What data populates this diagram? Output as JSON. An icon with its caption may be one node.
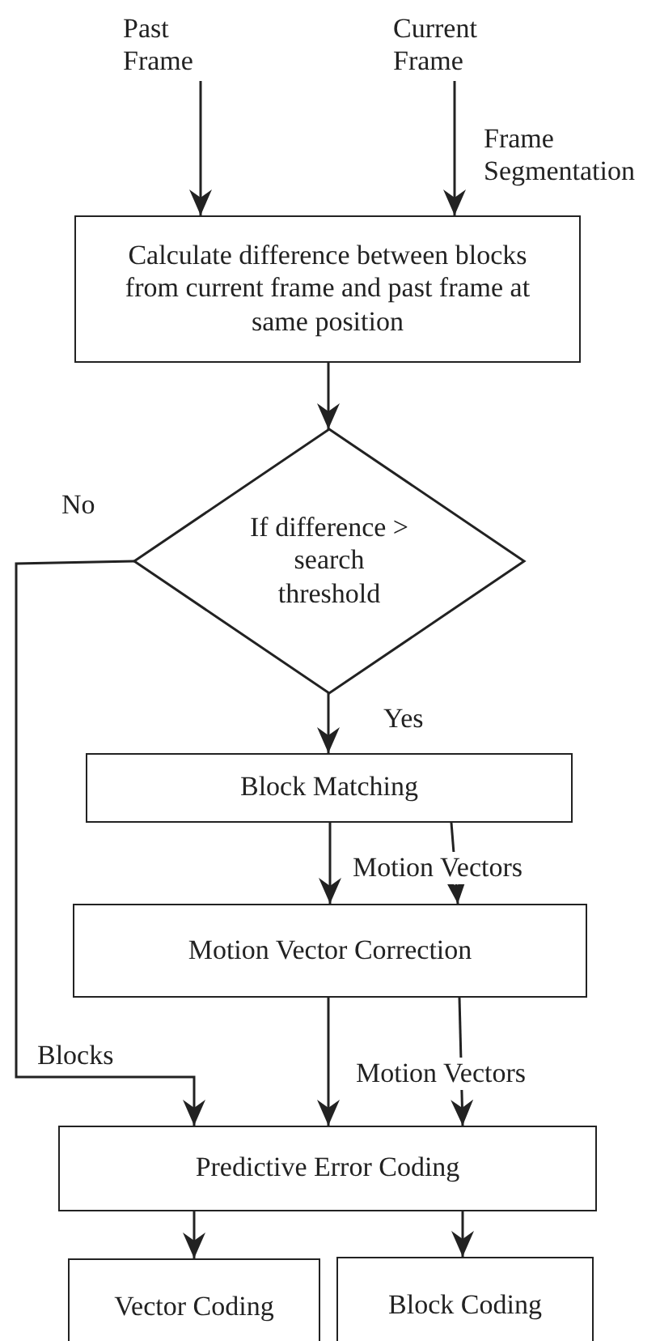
{
  "diagram": {
    "nodes": [
      {
        "text": [
          "Past Frame"
        ]
      },
      {
        "text": [
          "Current Frame"
        ]
      },
      {
        "text": [
          "Calculate difference between blocks from current frame and past frame at same position"
        ]
      },
      {
        "text": [
          "If difference > search threshold"
        ]
      },
      {
        "text": [
          "Block Matching"
        ]
      },
      {
        "text": [
          "Motion Vector Correction"
        ]
      },
      {
        "text": [
          "Predictive Error Coding"
        ]
      },
      {
        "text": [
          "Vector Coding"
        ]
      },
      {
        "text": [
          "Block Coding"
        ]
      }
    ],
    "edges": [
      {
        "from": 0,
        "to": 2,
        "arrow": "to"
      },
      {
        "from": 1,
        "to": 2,
        "arrow": "to",
        "label": "Frame Segmentation"
      },
      {
        "from": 2,
        "to": 3,
        "arrow": "to"
      },
      {
        "from": 3,
        "to": 6,
        "arrow": "to",
        "label": "No"
      },
      {
        "from": 3,
        "to": 4,
        "arrow": "to",
        "label": "Yes"
      },
      {
        "from": 4,
        "to": 5,
        "arrow": "to"
      },
      {
        "from": 4,
        "to": 5,
        "arrow": "to",
        "label": "Motion Vectors"
      },
      {
        "from": 5,
        "to": 6,
        "arrow": "to"
      },
      {
        "from": 5,
        "to": 6,
        "arrow": "to",
        "label": "Motion Vectors"
      },
      {
        "from": 6,
        "to": 7,
        "arrow": "to"
      },
      {
        "from": 6,
        "to": 8,
        "arrow": "to"
      }
    ],
    "labels": [
      "Blocks"
    ]
  }
}
